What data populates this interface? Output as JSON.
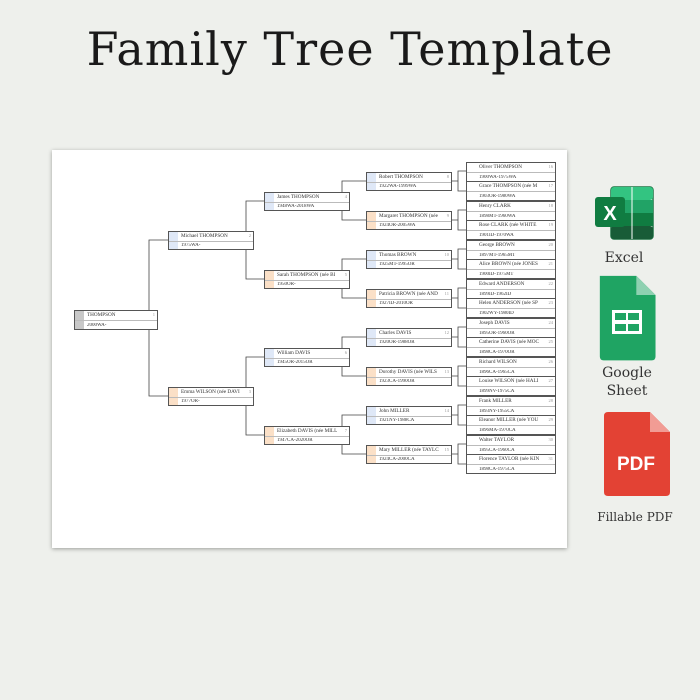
{
  "title": "Family Tree Template",
  "apps": {
    "excel": {
      "label": "Excel",
      "color": "#1f7244"
    },
    "sheets": {
      "label_line1": "Google",
      "label_line2": "Sheet",
      "color": "#1fa463"
    },
    "pdf": {
      "badge": "PDF",
      "label": "Fillable PDF",
      "color": "#e34234"
    }
  },
  "tree": {
    "p1": {
      "name": "THOMPSON",
      "dates": "2000WA-",
      "num": "1"
    },
    "p2": {
      "name": "Michael THOMPSON",
      "dates": "1975WA-",
      "num": "2"
    },
    "p3": {
      "name": "Emma WILSON (née DAVI",
      "dates": "1977OR-",
      "num": "3"
    },
    "p4": {
      "name": "James THOMPSON",
      "dates": "1948WA-2018WA",
      "num": "4"
    },
    "p5": {
      "name": "Sarah THOMPSON (née BI",
      "dates": "1950OR-",
      "num": "5"
    },
    "p6": {
      "name": "William DAVIS",
      "dates": "1945OR-2015OR",
      "num": "6"
    },
    "p7": {
      "name": "Elizabeth DAVIS (née MILL",
      "dates": "1947CA-2020OR",
      "num": "7"
    },
    "p8": {
      "name": "Robert THOMPSON",
      "dates": "1922WA-1999WA",
      "num": "8"
    },
    "p9": {
      "name": "Margaret THOMPSON (née",
      "dates": "1924OR-2005WA",
      "num": "9"
    },
    "p10": {
      "name": "Thomas BROWN",
      "dates": "1925MT-1995OR",
      "num": "10"
    },
    "p11": {
      "name": "Patricia BROWN (née AND",
      "dates": "1927ID-2010OR",
      "num": "11"
    },
    "p12": {
      "name": "Charles DAVIS",
      "dates": "1920OR-1988OR",
      "num": "12"
    },
    "p13": {
      "name": "Dorothy DAVIS (née WILS",
      "dates": "1923CA-1990OR",
      "num": "13"
    },
    "p14": {
      "name": "John MILLER",
      "dates": "1921NY-1988CA",
      "num": "14"
    },
    "p15": {
      "name": "Mary MILLER (née TAYLC",
      "dates": "1924CA-2000CA",
      "num": "15"
    },
    "gg": [
      {
        "name": "Oliver THOMPSON",
        "dates": "1900WA-1975WA",
        "num": "16"
      },
      {
        "name": "Grace THOMPSON (née M",
        "dates": "1903OR-1980WA",
        "num": "17"
      },
      {
        "name": "Henry CLARK",
        "dates": "1898MT-1960WA",
        "num": "18"
      },
      {
        "name": "Rose CLARK (née WHITE",
        "dates": "1901ID-1970WA",
        "num": "19"
      },
      {
        "name": "George BROWN",
        "dates": "1897MT-1965MT",
        "num": "20"
      },
      {
        "name": "Alice BROWN (née JONES",
        "dates": "1900ID-1975MT",
        "num": "21"
      },
      {
        "name": "Edward ANDERSON",
        "dates": "1899ID-1962ID",
        "num": "22"
      },
      {
        "name": "Helen ANDERSON (née SP",
        "dates": "1902WY-1980ID",
        "num": "23"
      },
      {
        "name": "Joseph DAVIS",
        "dates": "1895OR-1960OR",
        "num": "24"
      },
      {
        "name": "Catherine DAVIS (née MOC",
        "dates": "1898CA-1970OR",
        "num": "25"
      },
      {
        "name": "Richard WILSON",
        "dates": "1896CA-1965CA",
        "num": "26"
      },
      {
        "name": "Louise WILSON (née HALI",
        "dates": "1899NV-1975CA",
        "num": "27"
      },
      {
        "name": "Frank MILLER",
        "dates": "1893NY-1955CA",
        "num": "28"
      },
      {
        "name": "Eleanor MILLER (née YOU",
        "dates": "1896MA-1970CA",
        "num": "29"
      },
      {
        "name": "Walter TAYLOR",
        "dates": "1895CA-1960CA",
        "num": "30"
      },
      {
        "name": "Florence TAYLOR (née KIN",
        "dates": "1898CA-1975CA",
        "num": "31"
      }
    ]
  }
}
